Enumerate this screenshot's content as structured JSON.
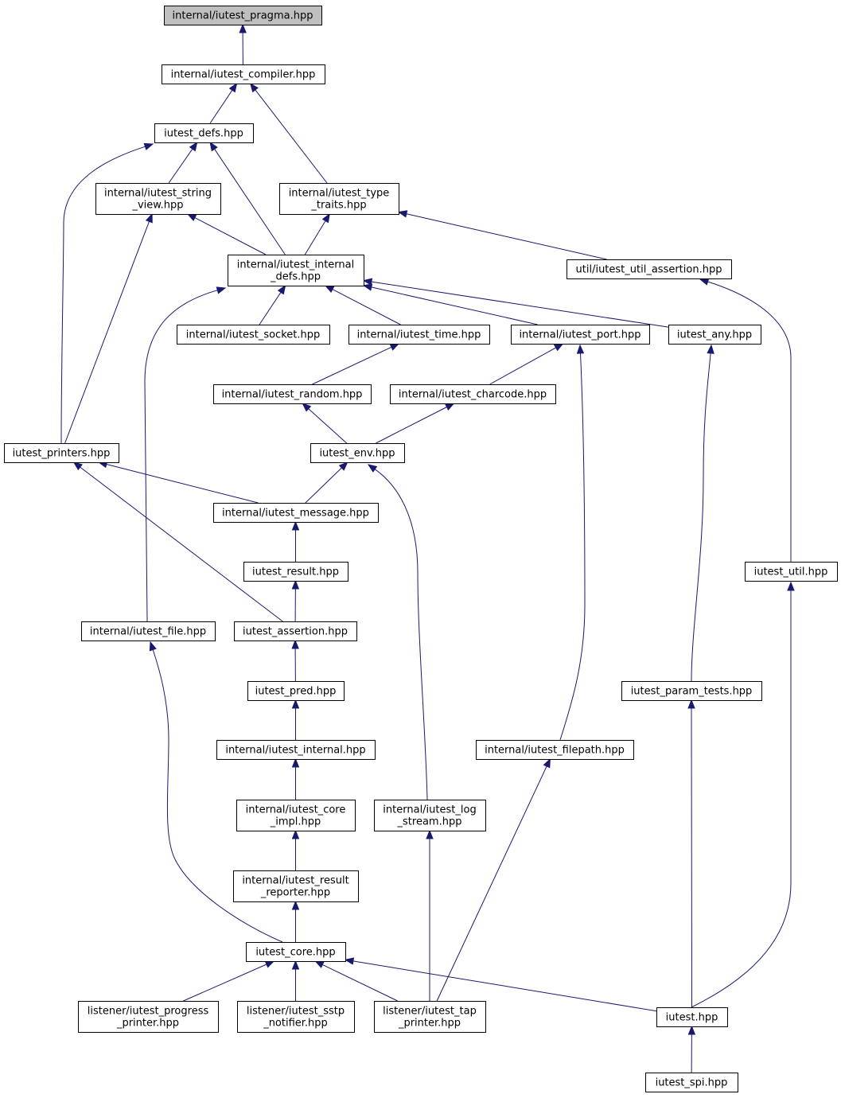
{
  "nodes": [
    {
      "id": "pragma",
      "lines": [
        "internal/iutest_pragma.hpp"
      ],
      "root": true
    },
    {
      "id": "compiler",
      "lines": [
        "internal/iutest_compiler.hpp"
      ]
    },
    {
      "id": "defs",
      "lines": [
        "iutest_defs.hpp"
      ]
    },
    {
      "id": "string_view",
      "lines": [
        "internal/iutest_string",
        "_view.hpp"
      ]
    },
    {
      "id": "type_traits",
      "lines": [
        "internal/iutest_type",
        "_traits.hpp"
      ]
    },
    {
      "id": "internal_defs",
      "lines": [
        "internal/iutest_internal",
        "_defs.hpp"
      ]
    },
    {
      "id": "util_assertion",
      "lines": [
        "util/iutest_util_assertion.hpp"
      ]
    },
    {
      "id": "socket",
      "lines": [
        "internal/iutest_socket.hpp"
      ]
    },
    {
      "id": "time",
      "lines": [
        "internal/iutest_time.hpp"
      ]
    },
    {
      "id": "port",
      "lines": [
        "internal/iutest_port.hpp"
      ]
    },
    {
      "id": "any",
      "lines": [
        "iutest_any.hpp"
      ]
    },
    {
      "id": "random",
      "lines": [
        "internal/iutest_random.hpp"
      ]
    },
    {
      "id": "charcode",
      "lines": [
        "internal/iutest_charcode.hpp"
      ]
    },
    {
      "id": "printers",
      "lines": [
        "iutest_printers.hpp"
      ]
    },
    {
      "id": "env",
      "lines": [
        "iutest_env.hpp"
      ]
    },
    {
      "id": "message",
      "lines": [
        "internal/iutest_message.hpp"
      ]
    },
    {
      "id": "result",
      "lines": [
        "iutest_result.hpp"
      ]
    },
    {
      "id": "util",
      "lines": [
        "iutest_util.hpp"
      ]
    },
    {
      "id": "file",
      "lines": [
        "internal/iutest_file.hpp"
      ]
    },
    {
      "id": "assertion",
      "lines": [
        "iutest_assertion.hpp"
      ]
    },
    {
      "id": "pred",
      "lines": [
        "iutest_pred.hpp"
      ]
    },
    {
      "id": "param_tests",
      "lines": [
        "iutest_param_tests.hpp"
      ]
    },
    {
      "id": "internal",
      "lines": [
        "internal/iutest_internal.hpp"
      ]
    },
    {
      "id": "filepath",
      "lines": [
        "internal/iutest_filepath.hpp"
      ]
    },
    {
      "id": "core_impl",
      "lines": [
        "internal/iutest_core",
        "_impl.hpp"
      ]
    },
    {
      "id": "log_stream",
      "lines": [
        "internal/iutest_log",
        "_stream.hpp"
      ]
    },
    {
      "id": "result_reporter",
      "lines": [
        "internal/iutest_result",
        "_reporter.hpp"
      ]
    },
    {
      "id": "core",
      "lines": [
        "iutest_core.hpp"
      ]
    },
    {
      "id": "progress_printer",
      "lines": [
        "listener/iutest_progress",
        "_printer.hpp"
      ]
    },
    {
      "id": "sstp_notifier",
      "lines": [
        "listener/iutest_sstp",
        "_notifier.hpp"
      ]
    },
    {
      "id": "tap_printer",
      "lines": [
        "listener/iutest_tap",
        "_printer.hpp"
      ]
    },
    {
      "id": "iutest",
      "lines": [
        "iutest.hpp"
      ]
    },
    {
      "id": "spi",
      "lines": [
        "iutest_spi.hpp"
      ]
    }
  ],
  "edges": [
    {
      "from": "compiler",
      "to": "pragma"
    },
    {
      "from": "defs",
      "to": "compiler"
    },
    {
      "from": "type_traits",
      "to": "compiler"
    },
    {
      "from": "string_view",
      "to": "defs"
    },
    {
      "from": "internal_defs",
      "to": "defs"
    },
    {
      "from": "printers",
      "to": "defs"
    },
    {
      "from": "internal_defs",
      "to": "string_view"
    },
    {
      "from": "printers",
      "to": "string_view"
    },
    {
      "from": "internal_defs",
      "to": "type_traits"
    },
    {
      "from": "util_assertion",
      "to": "type_traits"
    },
    {
      "from": "socket",
      "to": "internal_defs"
    },
    {
      "from": "time",
      "to": "internal_defs"
    },
    {
      "from": "port",
      "to": "internal_defs"
    },
    {
      "from": "any",
      "to": "internal_defs"
    },
    {
      "from": "file",
      "to": "internal_defs"
    },
    {
      "from": "util",
      "to": "util_assertion"
    },
    {
      "from": "random",
      "to": "time"
    },
    {
      "from": "charcode",
      "to": "port"
    },
    {
      "from": "filepath",
      "to": "port"
    },
    {
      "from": "param_tests",
      "to": "any"
    },
    {
      "from": "env",
      "to": "random"
    },
    {
      "from": "env",
      "to": "charcode"
    },
    {
      "from": "message",
      "to": "printers"
    },
    {
      "from": "assertion",
      "to": "printers"
    },
    {
      "from": "message",
      "to": "env"
    },
    {
      "from": "log_stream",
      "to": "env"
    },
    {
      "from": "result",
      "to": "message"
    },
    {
      "from": "assertion",
      "to": "result"
    },
    {
      "from": "pred",
      "to": "assertion"
    },
    {
      "from": "internal",
      "to": "pred"
    },
    {
      "from": "core_impl",
      "to": "internal"
    },
    {
      "from": "result_reporter",
      "to": "core_impl"
    },
    {
      "from": "core",
      "to": "result_reporter"
    },
    {
      "from": "core",
      "to": "file"
    },
    {
      "from": "progress_printer",
      "to": "core"
    },
    {
      "from": "sstp_notifier",
      "to": "core"
    },
    {
      "from": "tap_printer",
      "to": "core"
    },
    {
      "from": "iutest",
      "to": "core"
    },
    {
      "from": "tap_printer",
      "to": "log_stream"
    },
    {
      "from": "tap_printer",
      "to": "filepath"
    },
    {
      "from": "iutest",
      "to": "param_tests"
    },
    {
      "from": "iutest",
      "to": "util"
    },
    {
      "from": "spi",
      "to": "iutest"
    }
  ]
}
